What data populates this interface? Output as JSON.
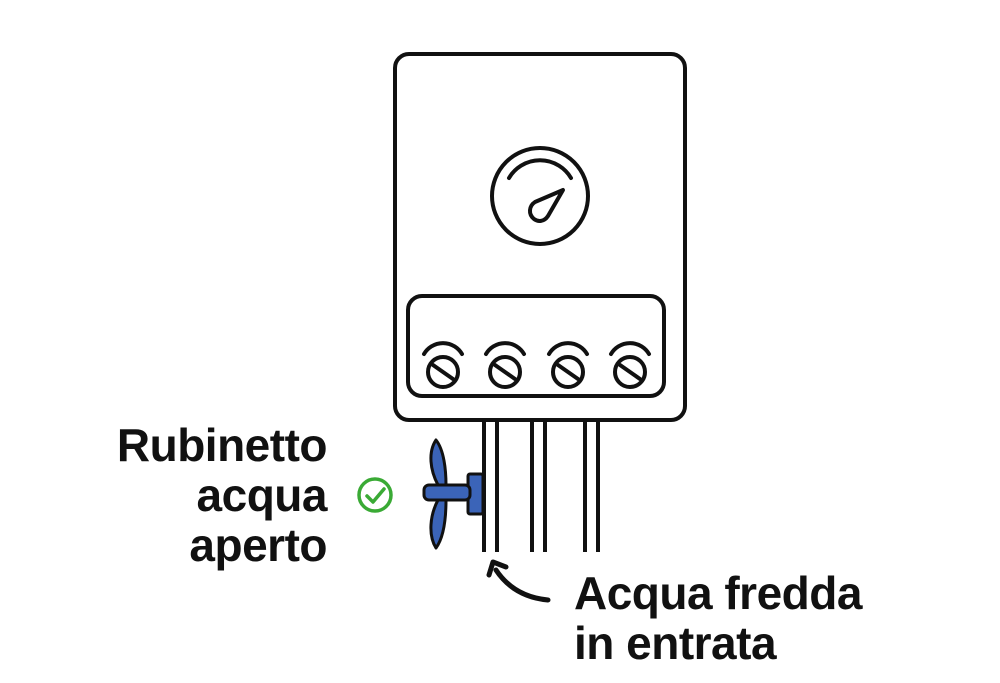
{
  "labels": {
    "valve": [
      "Rubinetto",
      "acqua",
      "aperto"
    ],
    "inlet": [
      "Acqua fredda",
      "in entrata"
    ]
  },
  "colors": {
    "stroke": "#111111",
    "valve_blue": "#3b64b8",
    "check_green": "#3aaa35",
    "background": "#ffffff"
  },
  "icons": {
    "status": "check-circle-icon",
    "gauge": "pressure-gauge-icon",
    "valve": "tap-handle-icon",
    "pointer": "curved-arrow-icon"
  }
}
